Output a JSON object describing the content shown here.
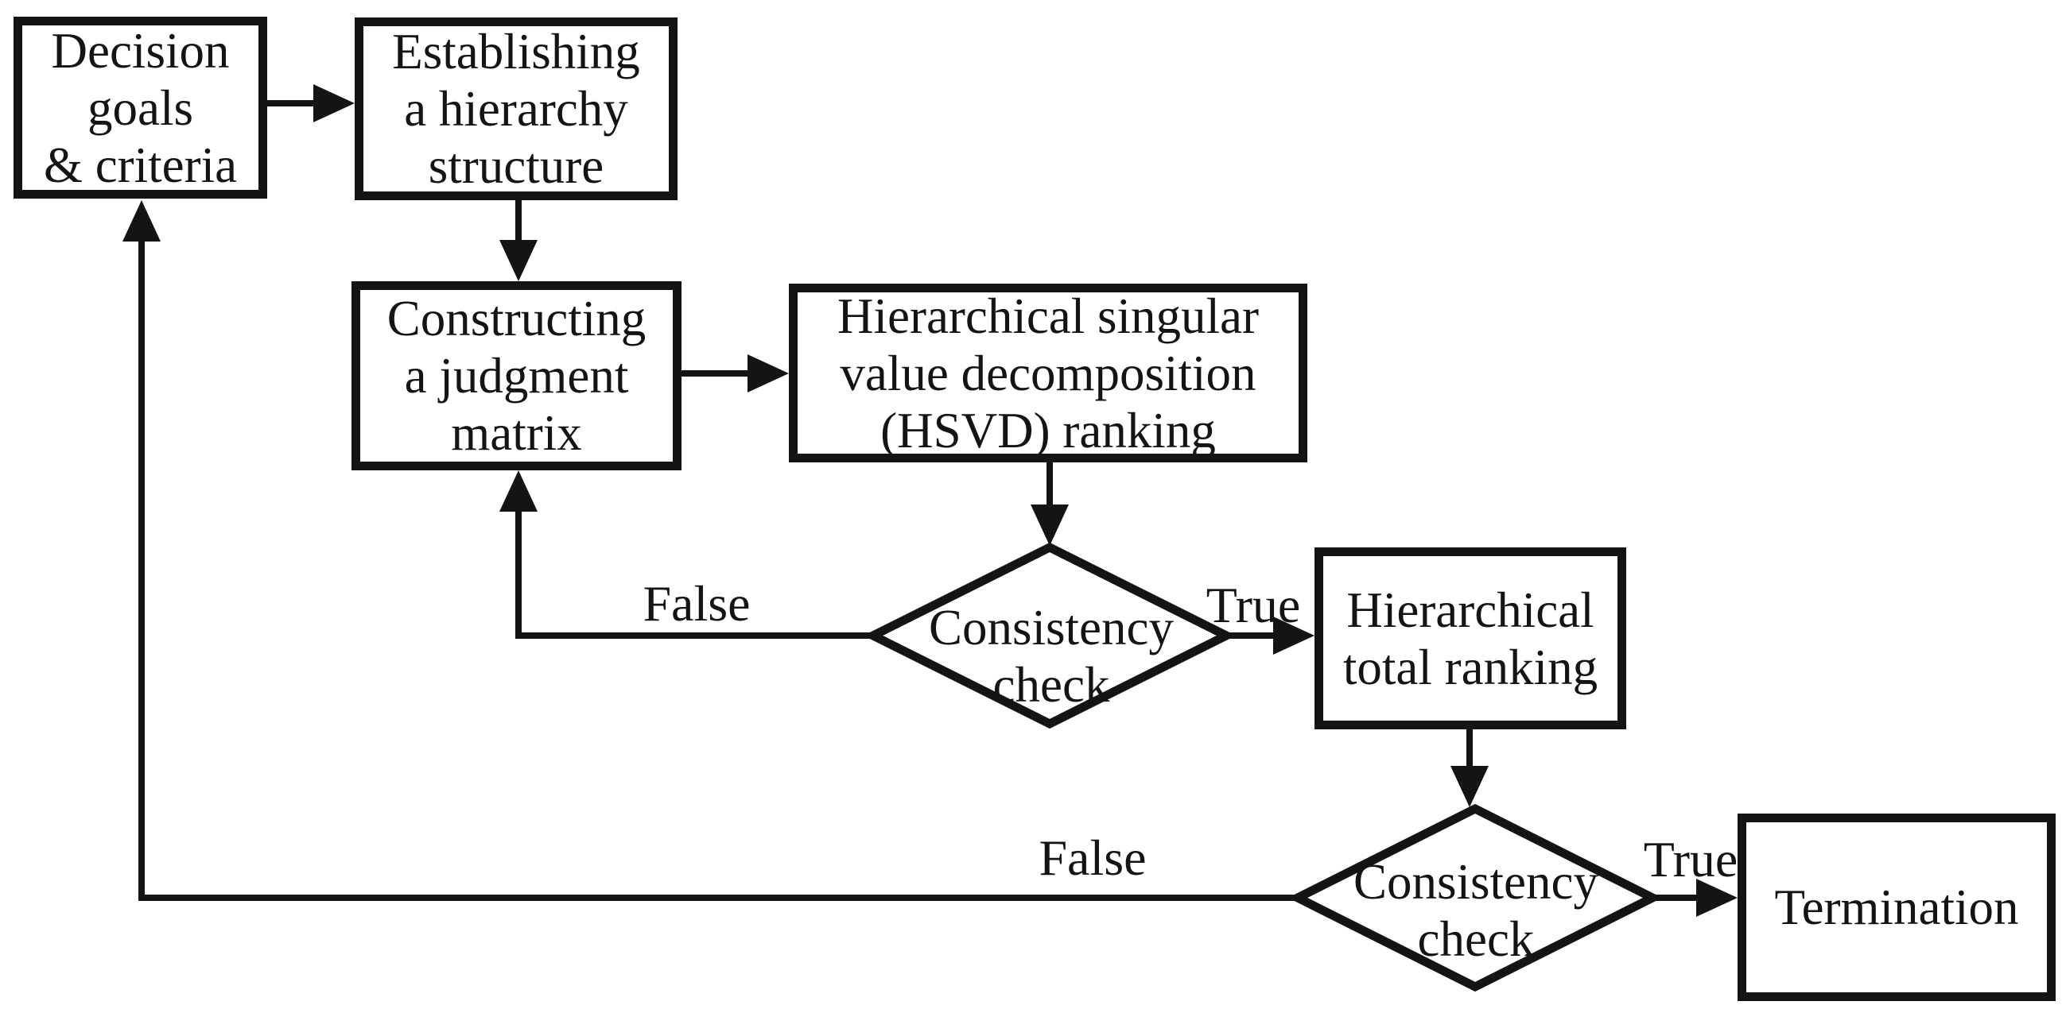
{
  "diagram": {
    "title": "HSVD decision flowchart",
    "colors": {
      "ink": "#141414",
      "background": "#ffffff"
    },
    "nodes": {
      "decision_goals": {
        "type": "process",
        "lines": [
          "Decision",
          "goals",
          "& criteria"
        ]
      },
      "hierarchy_structure": {
        "type": "process",
        "lines": [
          "Establishing",
          "a hierarchy",
          "structure"
        ]
      },
      "judgment_matrix": {
        "type": "process",
        "lines": [
          "Constructing",
          "a judgment",
          "matrix"
        ]
      },
      "hsvd_ranking": {
        "type": "process",
        "lines": [
          "Hierarchical singular",
          "value decomposition",
          "(HSVD) ranking"
        ]
      },
      "consistency_check_1": {
        "type": "decision",
        "lines": [
          "Consistency",
          "check"
        ]
      },
      "total_ranking": {
        "type": "process",
        "lines": [
          "Hierarchical",
          "total ranking"
        ]
      },
      "consistency_check_2": {
        "type": "decision",
        "lines": [
          "Consistency",
          "check"
        ]
      },
      "termination": {
        "type": "process",
        "lines": [
          "Termination"
        ]
      }
    },
    "edges": [
      {
        "from": "decision_goals",
        "to": "hierarchy_structure",
        "label": ""
      },
      {
        "from": "hierarchy_structure",
        "to": "judgment_matrix",
        "label": ""
      },
      {
        "from": "judgment_matrix",
        "to": "hsvd_ranking",
        "label": ""
      },
      {
        "from": "hsvd_ranking",
        "to": "consistency_check_1",
        "label": ""
      },
      {
        "from": "consistency_check_1",
        "to": "judgment_matrix",
        "label": "False"
      },
      {
        "from": "consistency_check_1",
        "to": "total_ranking",
        "label": "True"
      },
      {
        "from": "total_ranking",
        "to": "consistency_check_2",
        "label": ""
      },
      {
        "from": "consistency_check_2",
        "to": "decision_goals",
        "label": "False"
      },
      {
        "from": "consistency_check_2",
        "to": "termination",
        "label": "True"
      }
    ]
  }
}
